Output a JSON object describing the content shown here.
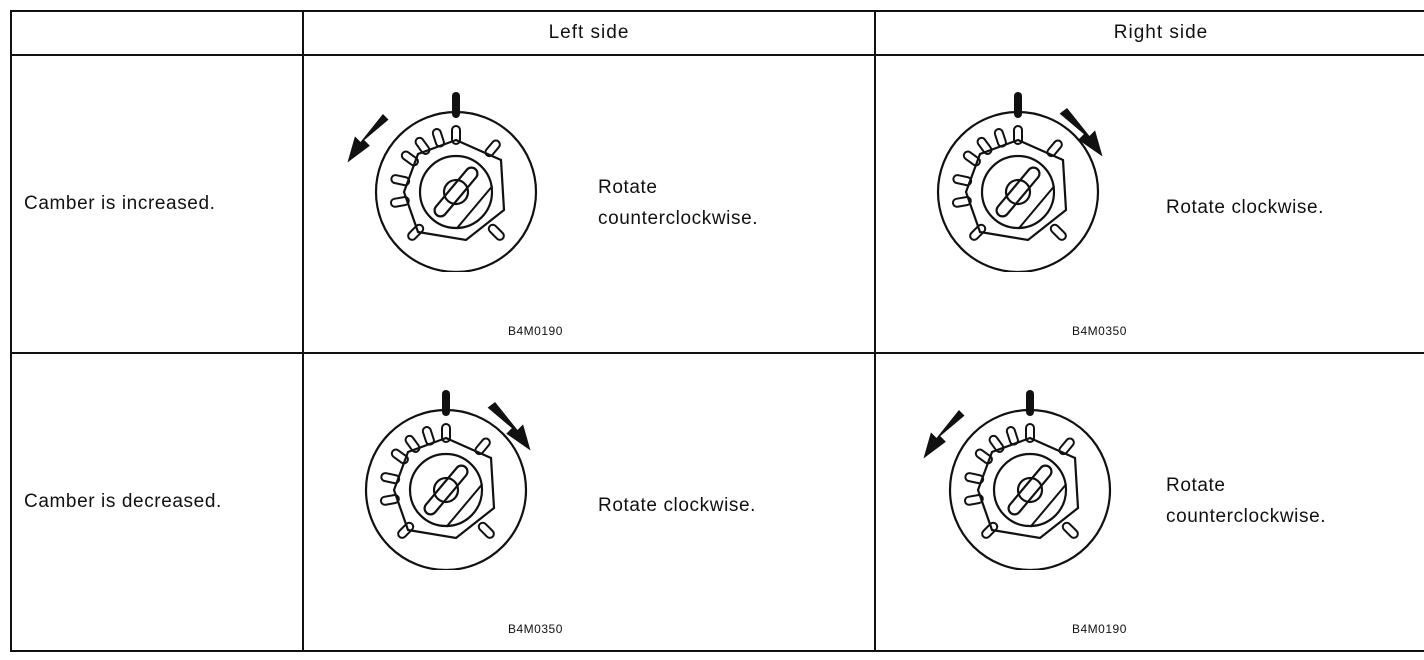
{
  "table": {
    "header": {
      "corner": "",
      "left": "Left side",
      "right": "Right side"
    },
    "rows": [
      {
        "label": "Camber is increased.",
        "left": {
          "instruction_lines": [
            "Rotate",
            "counterclockwise."
          ],
          "figure_code": "B4M0190",
          "arrow_icon": "counterclockwise-arrow-icon"
        },
        "right": {
          "instruction_lines": [
            "Rotate clockwise."
          ],
          "figure_code": "B4M0350",
          "arrow_icon": "clockwise-arrow-icon"
        }
      },
      {
        "label": "Camber is decreased.",
        "left": {
          "instruction_lines": [
            "Rotate clockwise."
          ],
          "figure_code": "B4M0350",
          "arrow_icon": "clockwise-arrow-icon"
        },
        "right": {
          "instruction_lines": [
            "Rotate",
            "counterclockwise."
          ],
          "figure_code": "B4M0190",
          "arrow_icon": "counterclockwise-arrow-icon"
        }
      }
    ]
  },
  "colors": {
    "ink": "#111111",
    "paper": "#ffffff"
  }
}
